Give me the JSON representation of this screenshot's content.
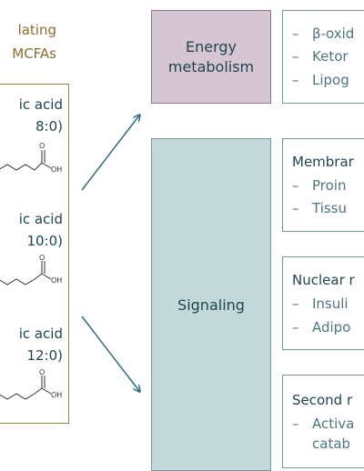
{
  "header": {
    "line1": "lating",
    "line2": "MCFAs"
  },
  "acids": [
    {
      "name_line1": "ic acid",
      "name_line2": "8:0)"
    },
    {
      "name_line1": "ic acid",
      "name_line2": "10:0)"
    },
    {
      "name_line1": "ic acid",
      "name_line2": "12:0)"
    }
  ],
  "structure_label": "OH",
  "structure_o": "O",
  "energy": {
    "line1": "Energy",
    "line2": "metabolism"
  },
  "signaling": {
    "label": "Signaling"
  },
  "right_boxes": [
    {
      "title": "",
      "items": [
        {
          "dash": "–",
          "text": "β-oxid"
        },
        {
          "dash": "–",
          "text": "Ketor"
        },
        {
          "dash": "–",
          "text": "Lipog"
        }
      ]
    },
    {
      "title": "Membrar",
      "items": [
        {
          "dash": "–",
          "text": "Proin"
        },
        {
          "dash": "–",
          "text": "Tissu"
        }
      ]
    },
    {
      "title": "Nuclear r",
      "items": [
        {
          "dash": "–",
          "text": "Insuli"
        },
        {
          "dash": "–",
          "text": "Adipo"
        }
      ]
    },
    {
      "title": "Second r",
      "items": [
        {
          "dash": "–",
          "text": "Activa"
        },
        {
          "dash": "",
          "text": "catab"
        }
      ]
    }
  ],
  "colors": {
    "gold": "#8a6d2f",
    "teal_text": "#1f4450",
    "energy_fill": "#d6c6d2",
    "signal_fill": "#c3d8d9",
    "arrow": "#2f6f80"
  }
}
